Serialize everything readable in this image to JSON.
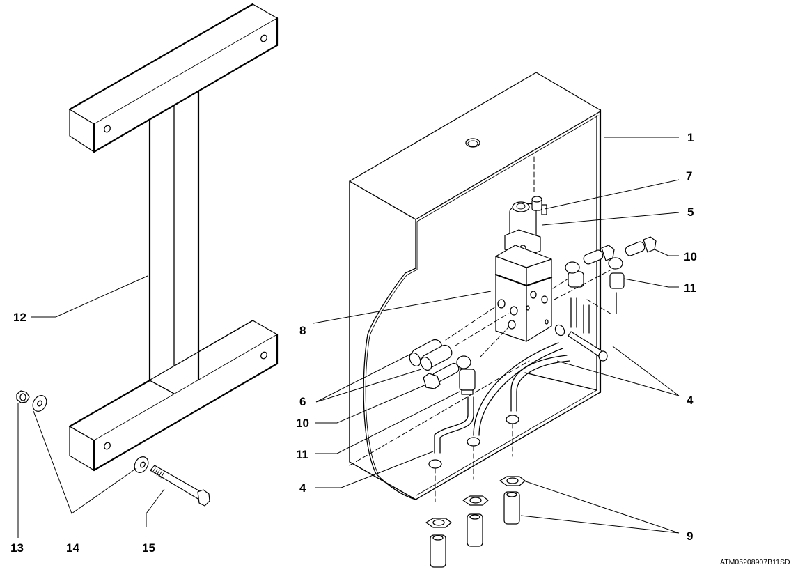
{
  "drawing": {
    "type": "exploded parts diagram",
    "reference_code": "ATM05208907B11SD",
    "background": "#ffffff",
    "line_color": "#000000"
  },
  "callouts": [
    {
      "id": "c1",
      "label": "1",
      "part": "enclosure-box"
    },
    {
      "id": "c7",
      "label": "7",
      "part": "solenoid-connector"
    },
    {
      "id": "c5",
      "label": "5",
      "part": "solenoid-coil"
    },
    {
      "id": "c10a",
      "label": "10",
      "part": "banjo-fitting"
    },
    {
      "id": "c11a",
      "label": "11",
      "part": "elbow-push-fitting"
    },
    {
      "id": "c8",
      "label": "8",
      "part": "valve-block"
    },
    {
      "id": "c4a",
      "label": "4",
      "part": "air-hose"
    },
    {
      "id": "c6",
      "label": "6",
      "part": "silencer"
    },
    {
      "id": "c10b",
      "label": "10",
      "part": "banjo-fitting"
    },
    {
      "id": "c11b",
      "label": "11",
      "part": "elbow-push-fitting"
    },
    {
      "id": "c4b",
      "label": "4",
      "part": "air-hose"
    },
    {
      "id": "c9",
      "label": "9",
      "part": "bulkhead-fitting-and-nut"
    },
    {
      "id": "c12",
      "label": "12",
      "part": "support-frame"
    },
    {
      "id": "c13",
      "label": "13",
      "part": "nut"
    },
    {
      "id": "c14",
      "label": "14",
      "part": "washer"
    },
    {
      "id": "c15",
      "label": "15",
      "part": "bolt"
    }
  ]
}
